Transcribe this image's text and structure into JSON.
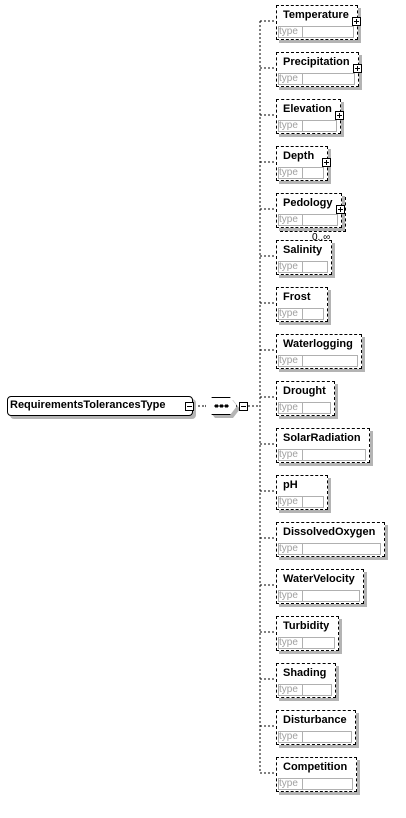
{
  "root": {
    "name": "RequirementsTolerancesType"
  },
  "type_label": "type",
  "elements": [
    {
      "name": "Temperature",
      "expandable": true,
      "multiple": false
    },
    {
      "name": "Precipitation",
      "expandable": true,
      "multiple": false
    },
    {
      "name": "Elevation",
      "expandable": true,
      "multiple": false
    },
    {
      "name": "Depth",
      "expandable": true,
      "multiple": false
    },
    {
      "name": "Pedology",
      "expandable": true,
      "multiple": true,
      "cardinality": "0..∞"
    },
    {
      "name": "Salinity",
      "expandable": false,
      "multiple": false
    },
    {
      "name": "Frost",
      "expandable": false,
      "multiple": false
    },
    {
      "name": "Waterlogging",
      "expandable": false,
      "multiple": false
    },
    {
      "name": "Drought",
      "expandable": false,
      "multiple": false
    },
    {
      "name": "SolarRadiation",
      "expandable": false,
      "multiple": false
    },
    {
      "name": "pH",
      "expandable": false,
      "multiple": false
    },
    {
      "name": "DissolvedOxygen",
      "expandable": false,
      "multiple": false
    },
    {
      "name": "WaterVelocity",
      "expandable": false,
      "multiple": false
    },
    {
      "name": "Turbidity",
      "expandable": false,
      "multiple": false
    },
    {
      "name": "Shading",
      "expandable": false,
      "multiple": false
    },
    {
      "name": "Disturbance",
      "expandable": false,
      "multiple": false
    },
    {
      "name": "Competition",
      "expandable": false,
      "multiple": false
    }
  ]
}
